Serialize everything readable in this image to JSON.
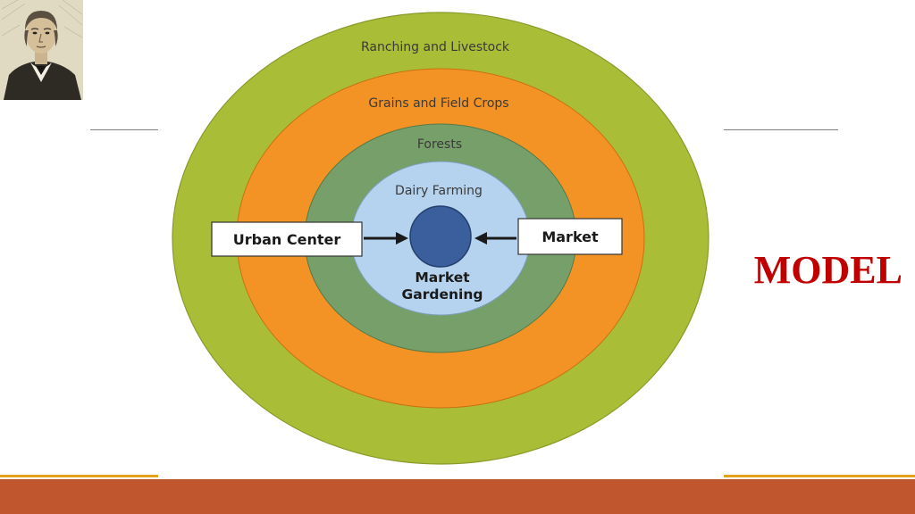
{
  "slide": {
    "title": "MODEL"
  },
  "diagram": {
    "rings": [
      {
        "label": "Ranching and Livestock",
        "color": "#aabd37"
      },
      {
        "label": "Grains and Field Crops",
        "color": "#f39325"
      },
      {
        "label": "Forests",
        "color": "#779f69"
      },
      {
        "label": "Dairy Farming",
        "color": "#b5d3ee"
      }
    ],
    "center": {
      "color": "#3a5f9c",
      "label_line1": "Market",
      "label_line2": "Gardening"
    },
    "left_box": {
      "label": "Urban Center"
    },
    "right_box": {
      "label": "Market"
    }
  },
  "colors": {
    "title": "#c00000",
    "footer_bar": "#c0562e",
    "footer_line": "#e3a21a"
  },
  "portrait": {
    "icon": "portrait-engraving-icon"
  }
}
